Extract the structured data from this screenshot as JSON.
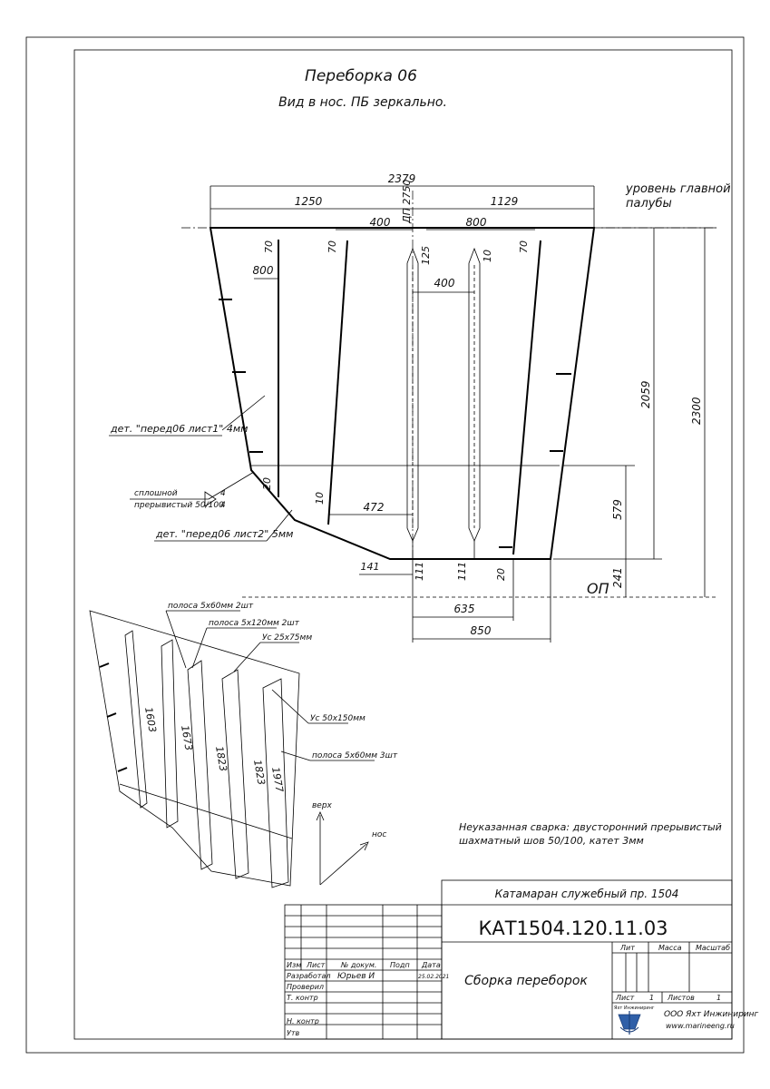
{
  "title": {
    "main": "Переборка 06",
    "sub": "Вид в нос. ПБ зеркально."
  },
  "dimensions": {
    "total_width": "2379",
    "left_width": "1250",
    "right_width": "1129",
    "dp_label": "ДП 2750",
    "top_400": "400",
    "top_800": "800",
    "stiff_70_a": "70",
    "stiff_70_b": "70",
    "stiff_70_c": "70",
    "stiff_125": "125",
    "stiff_10_top": "10",
    "mid_400": "400",
    "left_800": "800",
    "height_2059": "2059",
    "height_2300": "2300",
    "height_579": "579",
    "height_241": "241",
    "dim_20_left": "20",
    "dim_10_low": "10",
    "dim_472": "472",
    "dim_141": "141",
    "dim_111_a": "111",
    "dim_111_b": "111",
    "dim_20_bottom": "20",
    "dim_635": "635",
    "dim_850": "850"
  },
  "labels": {
    "deck_level": "уровень главной палубы",
    "op": "ОП",
    "det_list1": "дет. \"перед06 лист1\" 4мм",
    "det_list2": "дет. \"перед06 лист2\" 5мм",
    "weld_solid": "сплошной",
    "weld_intermittent": "прерывистый 50/100",
    "weld_4a": "4",
    "weld_4b": "4"
  },
  "iso_view": {
    "strip_5x60": "полоса 5х60мм 2шт",
    "strip_5x120": "полоса 5х120мм 2шт",
    "us_25x75": "Ус 25х75мм",
    "us_50x150": "Ус 50х150мм",
    "strip_5x60_3": "полоса 5х60мм 3шт",
    "dim_1603": "1603",
    "dim_1673": "1673",
    "dim_1823_a": "1823",
    "dim_1823_b": "1823",
    "dim_1977": "1977",
    "axis_up": "верх",
    "axis_bow": "нос"
  },
  "note": {
    "line1": "Неуказанная сварка: двусторонний прерывистый",
    "line2": "шахматный шов 50/100, катет 3мм"
  },
  "title_block": {
    "project": "Катамаран служебный пр. 1504",
    "doc_code": "КАТ1504.120.11.03",
    "doc_name": "Сборка переборок",
    "col_izm": "Изм",
    "col_list": "Лист",
    "col_doc_no": "№ докум.",
    "col_sign": "Подп",
    "col_date": "Дата",
    "row_developer": "Разработал",
    "developer_name": "Юрьев И",
    "developer_date": "25.02.2021",
    "row_checked": "Проверил",
    "row_tcontrol": "Т. контр",
    "row_ncontrol": "Н. контр",
    "row_approved": "Утв",
    "lit": "Лит",
    "mass": "Масса",
    "scale": "Масштаб",
    "sheet_label": "Лист",
    "sheet_value": "1",
    "sheets_label": "Листов",
    "sheets_value": "1",
    "company": "ООО Яхт Инжиниринг",
    "website": "www.marineeng.ru",
    "logo_text": "Яхт Инжиниринг"
  }
}
